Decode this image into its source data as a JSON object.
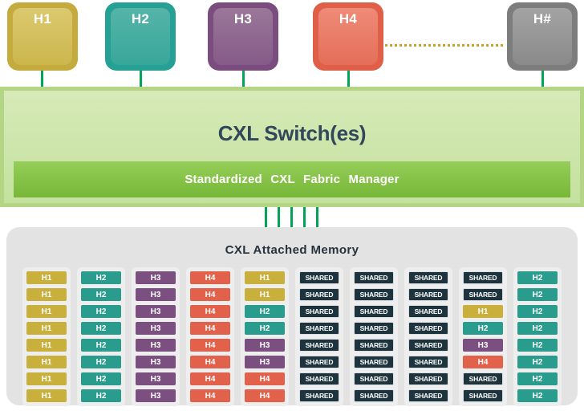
{
  "diagram": {
    "hosts": [
      {
        "label": "H1",
        "color": "#c5ab3d"
      },
      {
        "label": "H2",
        "color": "#26a095"
      },
      {
        "label": "H3",
        "color": "#7a4d7e"
      },
      {
        "label": "H4",
        "color": "#e05f49"
      },
      {
        "label": "H#",
        "color": "#7d7d7d"
      }
    ],
    "switch": {
      "title": "CXL Switch(es)",
      "fabric_manager_label": "Standardized CXL Fabric Manager"
    },
    "memory": {
      "title": "CXL Attached Memory",
      "columns": [
        [
          "H1",
          "H1",
          "H1",
          "H1",
          "H1",
          "H1",
          "H1",
          "H1"
        ],
        [
          "H2",
          "H2",
          "H2",
          "H2",
          "H2",
          "H2",
          "H2",
          "H2"
        ],
        [
          "H3",
          "H3",
          "H3",
          "H3",
          "H3",
          "H3",
          "H3",
          "H3"
        ],
        [
          "H4",
          "H4",
          "H4",
          "H4",
          "H4",
          "H4",
          "H4",
          "H4"
        ],
        [
          "H1",
          "H1",
          "H2",
          "H2",
          "H3",
          "H3",
          "H4",
          "H4"
        ],
        [
          "SHARED",
          "SHARED",
          "SHARED",
          "SHARED",
          "SHARED",
          "SHARED",
          "SHARED",
          "SHARED"
        ],
        [
          "SHARED",
          "SHARED",
          "SHARED",
          "SHARED",
          "SHARED",
          "SHARED",
          "SHARED",
          "SHARED"
        ],
        [
          "SHARED",
          "SHARED",
          "SHARED",
          "SHARED",
          "SHARED",
          "SHARED",
          "SHARED",
          "SHARED"
        ],
        [
          "SHARED",
          "SHARED",
          "H1",
          "H2",
          "H3",
          "H4",
          "SHARED",
          "SHARED"
        ],
        [
          "H2",
          "H2",
          "H2",
          "H2",
          "H2",
          "H2",
          "H2",
          "H2"
        ]
      ]
    },
    "palette": {
      "h1": "#c9af3b",
      "h2": "#2a9c8e",
      "h3": "#7b4f80",
      "h4": "#e2614b",
      "shared": "#1d333d",
      "switch_fill": "#c9e3a4",
      "fabric_fill": "#82bd42",
      "connector_green": "#00a651",
      "dotted_gold": "#c9a227",
      "memory_bg": "#e3e3e3",
      "title_text": "#33475a"
    }
  }
}
